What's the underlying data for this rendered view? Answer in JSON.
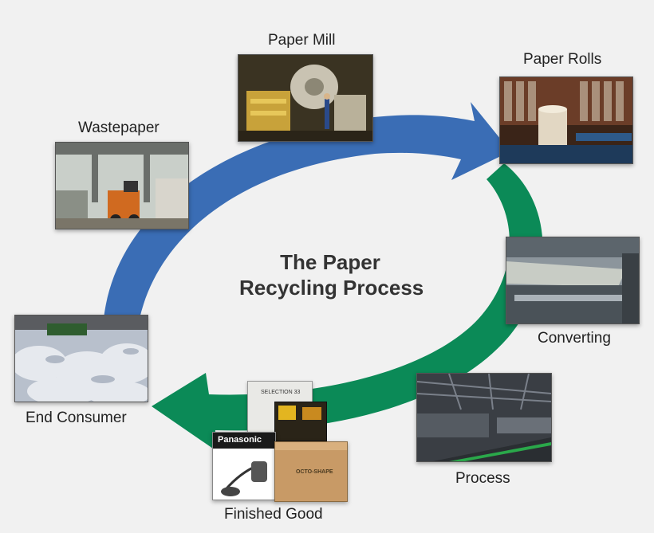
{
  "title": {
    "line1": "The Paper",
    "line2": "Recycling Process"
  },
  "stages": {
    "paper_mill": "Paper Mill",
    "paper_rolls": "Paper Rolls",
    "wastepaper": "Wastepaper",
    "converting": "Converting",
    "end_consumer": "End Consumer",
    "process": "Process",
    "finished_good": "Finished Good"
  },
  "product_box_text": {
    "panasonic": "Panasonic",
    "selection": "SELECTION 33",
    "octo_brand": "OCTO-SHAPE"
  },
  "colors": {
    "blue_arrow": "#3a6db5",
    "green_arrow": "#0b8a57",
    "background": "#f1f1f1",
    "title_text": "#333333"
  }
}
